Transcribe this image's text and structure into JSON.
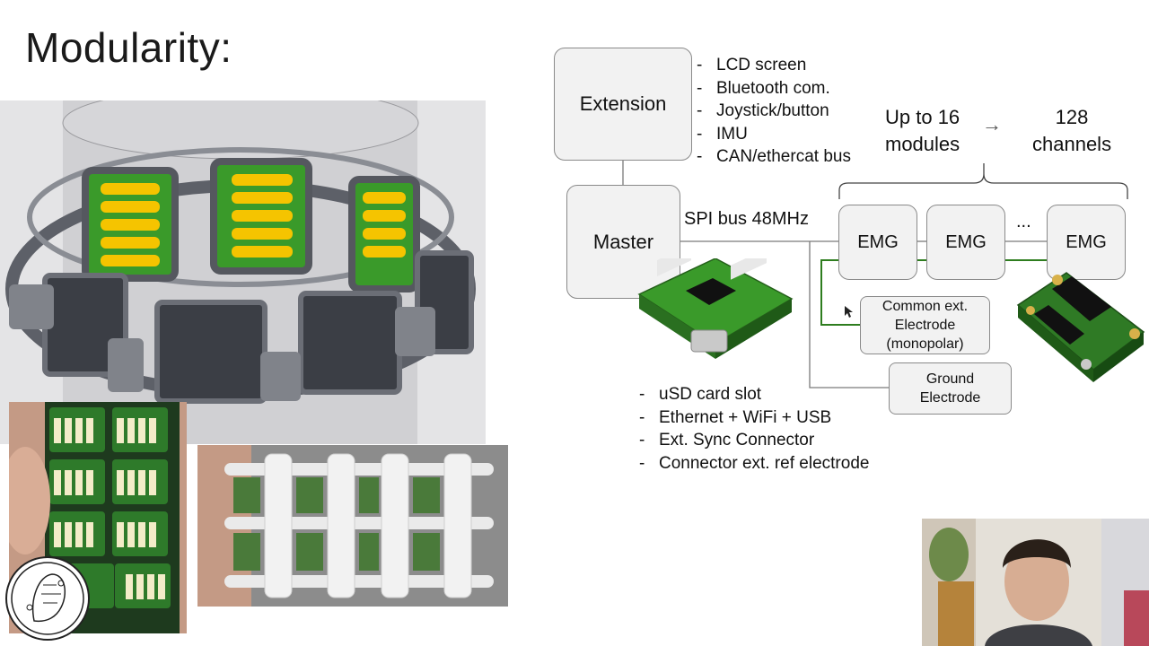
{
  "slide": {
    "title": "Modularity:"
  },
  "diagram": {
    "extension": {
      "label": "Extension",
      "features": [
        "LCD screen",
        "Bluetooth com.",
        "Joystick/button",
        "IMU",
        "CAN/ethercat bus"
      ]
    },
    "master": {
      "label": "Master",
      "features": [
        "uSD card slot",
        "Ethernet + WiFi + USB",
        "Ext. Sync Connector",
        "Connector ext. ref electrode"
      ]
    },
    "bus_label": "SPI bus 48MHz",
    "modules_text": [
      "Up to 16",
      "modules"
    ],
    "channels_text": [
      "128",
      "channels"
    ],
    "arrow_glyph": "→",
    "emg_modules": [
      "EMG",
      "EMG",
      "EMG"
    ],
    "ellipsis": "...",
    "common_electrode": [
      "Common ext.",
      "Electrode",
      "(monopolar)"
    ],
    "ground_electrode": [
      "Ground",
      "Electrode"
    ],
    "list_bullet": "-"
  },
  "colors": {
    "box_fill": "#f2f2f2",
    "box_border": "#8a8a8a",
    "line_gray": "#7a7a7a",
    "line_green": "#2e7d1f",
    "electrode_yellow": "#f5c400",
    "pcb_green": "#3a9a2a"
  }
}
